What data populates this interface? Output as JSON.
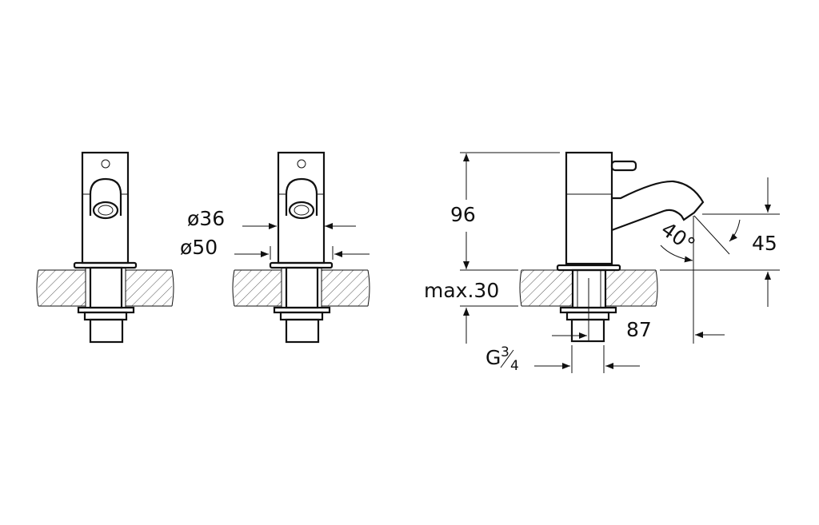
{
  "drawing": {
    "views": [
      "front-view",
      "front-view-dimensioned",
      "side-view"
    ],
    "dimensions": {
      "inner_diameter": "ø36",
      "outer_diameter": "ø50",
      "height": "96",
      "counter_thickness": "max.30",
      "spout_height": "45",
      "spout_reach": "87",
      "thread_main": "G",
      "thread_num": "3",
      "thread_den": "4",
      "spout_angle": "40°"
    },
    "line_color": "#111111",
    "background": "#ffffff"
  }
}
